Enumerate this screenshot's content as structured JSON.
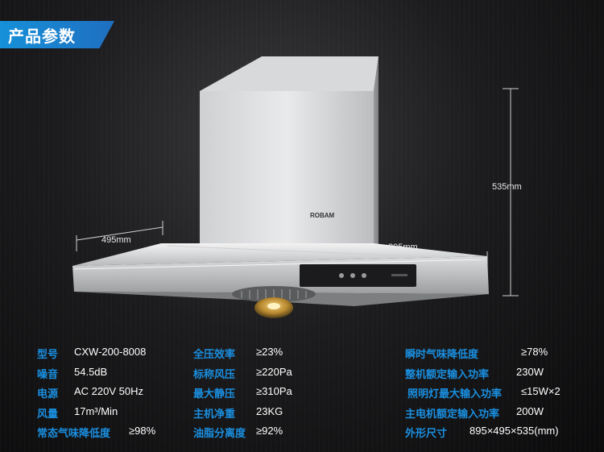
{
  "header": {
    "title": "产品参数"
  },
  "product": {
    "brand": "ROBAM"
  },
  "dimensions": {
    "depth": "495mm",
    "width": "895mm",
    "height": "535mm"
  },
  "colors": {
    "accent": "#1a8fe0",
    "banner": "#1f7fcf"
  },
  "specs": {
    "col1": [
      {
        "key": "型号",
        "value": "CXW-200-8008"
      },
      {
        "key": "噪音",
        "value": "54.5dB"
      },
      {
        "key": "电源",
        "value": "AC 220V 50Hz"
      },
      {
        "key": "风量",
        "value": "17m³/Min"
      },
      {
        "key": "常态气味降低度",
        "value": "≥98%"
      }
    ],
    "col2": [
      {
        "key": "全压效率",
        "value": "≥23%"
      },
      {
        "key": "标称风压",
        "value": "≥220Pa"
      },
      {
        "key": "最大静压",
        "value": "≥310Pa"
      },
      {
        "key": "主机净重",
        "value": "23KG"
      },
      {
        "key": "油脂分离度",
        "value": "≥92%"
      }
    ],
    "col3": [
      {
        "key": "瞬时气味降低度",
        "value": "≥78%"
      },
      {
        "key": "整机额定输入功率",
        "value": "230W"
      },
      {
        "key": "照明灯最大输入功率",
        "value": "≤15W×2"
      },
      {
        "key": "主电机额定输入功率",
        "value": "200W"
      },
      {
        "key": "外形尺寸",
        "value": "895×495×535(mm)"
      }
    ]
  }
}
